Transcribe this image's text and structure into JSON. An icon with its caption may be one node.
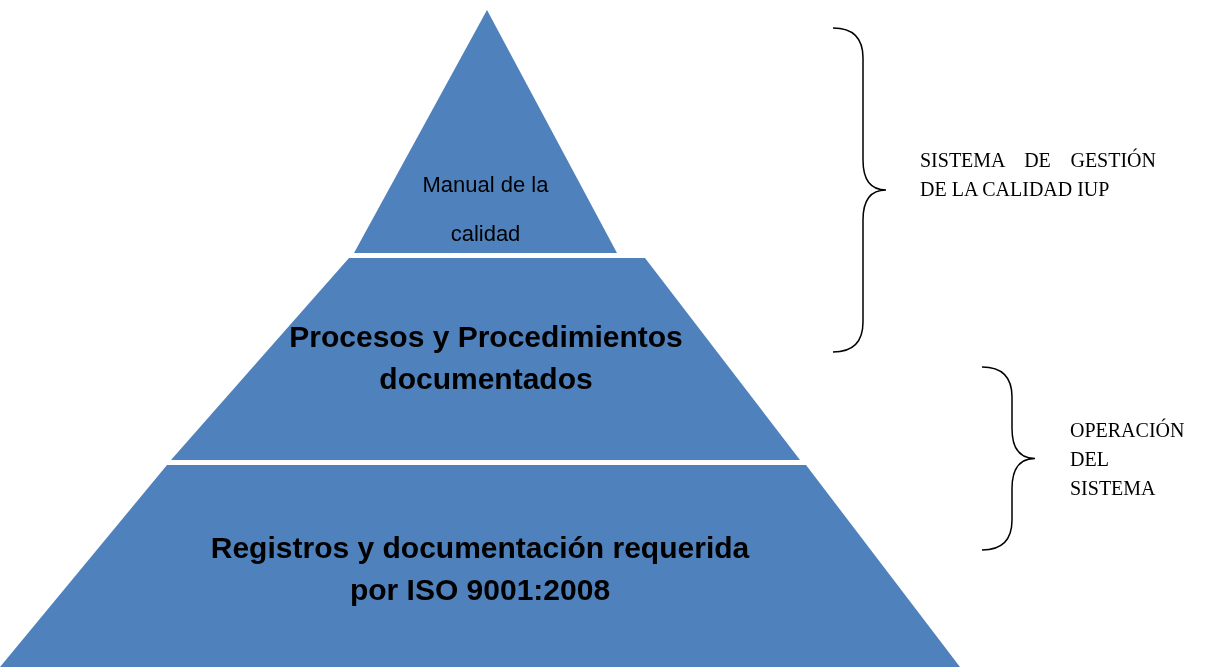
{
  "diagram": {
    "nodes": [
      {
        "text": [
          "Manual de la calidad"
        ]
      },
      {
        "text": [
          "Procesos y Procedimientos documentados"
        ]
      },
      {
        "text": [
          "Registros y documentación requerida por ISO 9001:2008"
        ]
      }
    ],
    "labels": [
      "SISTEMA DE GESTIÓN DE LA CALIDAD IUP",
      "OPERACIÓN DEL SISTEMA"
    ]
  }
}
